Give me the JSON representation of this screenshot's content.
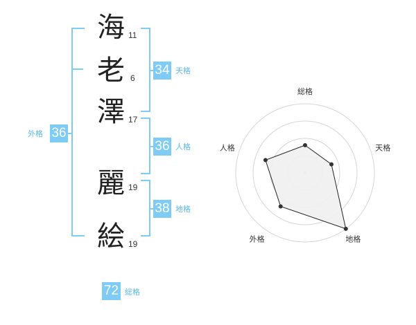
{
  "name_chars": [
    {
      "char": "海",
      "strokes": "11"
    },
    {
      "char": "老",
      "strokes": "6"
    },
    {
      "char": "澤",
      "strokes": "17"
    },
    {
      "char": "麗",
      "strokes": "19"
    },
    {
      "char": "絵",
      "strokes": "19"
    }
  ],
  "grades": {
    "tenkaku": {
      "value": "34",
      "label": "天格"
    },
    "jinkaku": {
      "value": "36",
      "label": "人格"
    },
    "chikaku": {
      "value": "38",
      "label": "地格"
    },
    "gaikaku": {
      "value": "36",
      "label": "外格"
    },
    "soukaku": {
      "value": "72",
      "label": "総格"
    }
  },
  "colors": {
    "accent": "#7ecbf5",
    "label": "#5bb8ee",
    "polygon_fill": "#f0f0f0"
  },
  "chart_data": {
    "type": "radar",
    "axes": [
      "総格",
      "天格",
      "地格",
      "外格",
      "人格"
    ],
    "values": [
      2,
      2,
      5,
      3,
      3
    ],
    "max": 5,
    "rings": 4
  }
}
